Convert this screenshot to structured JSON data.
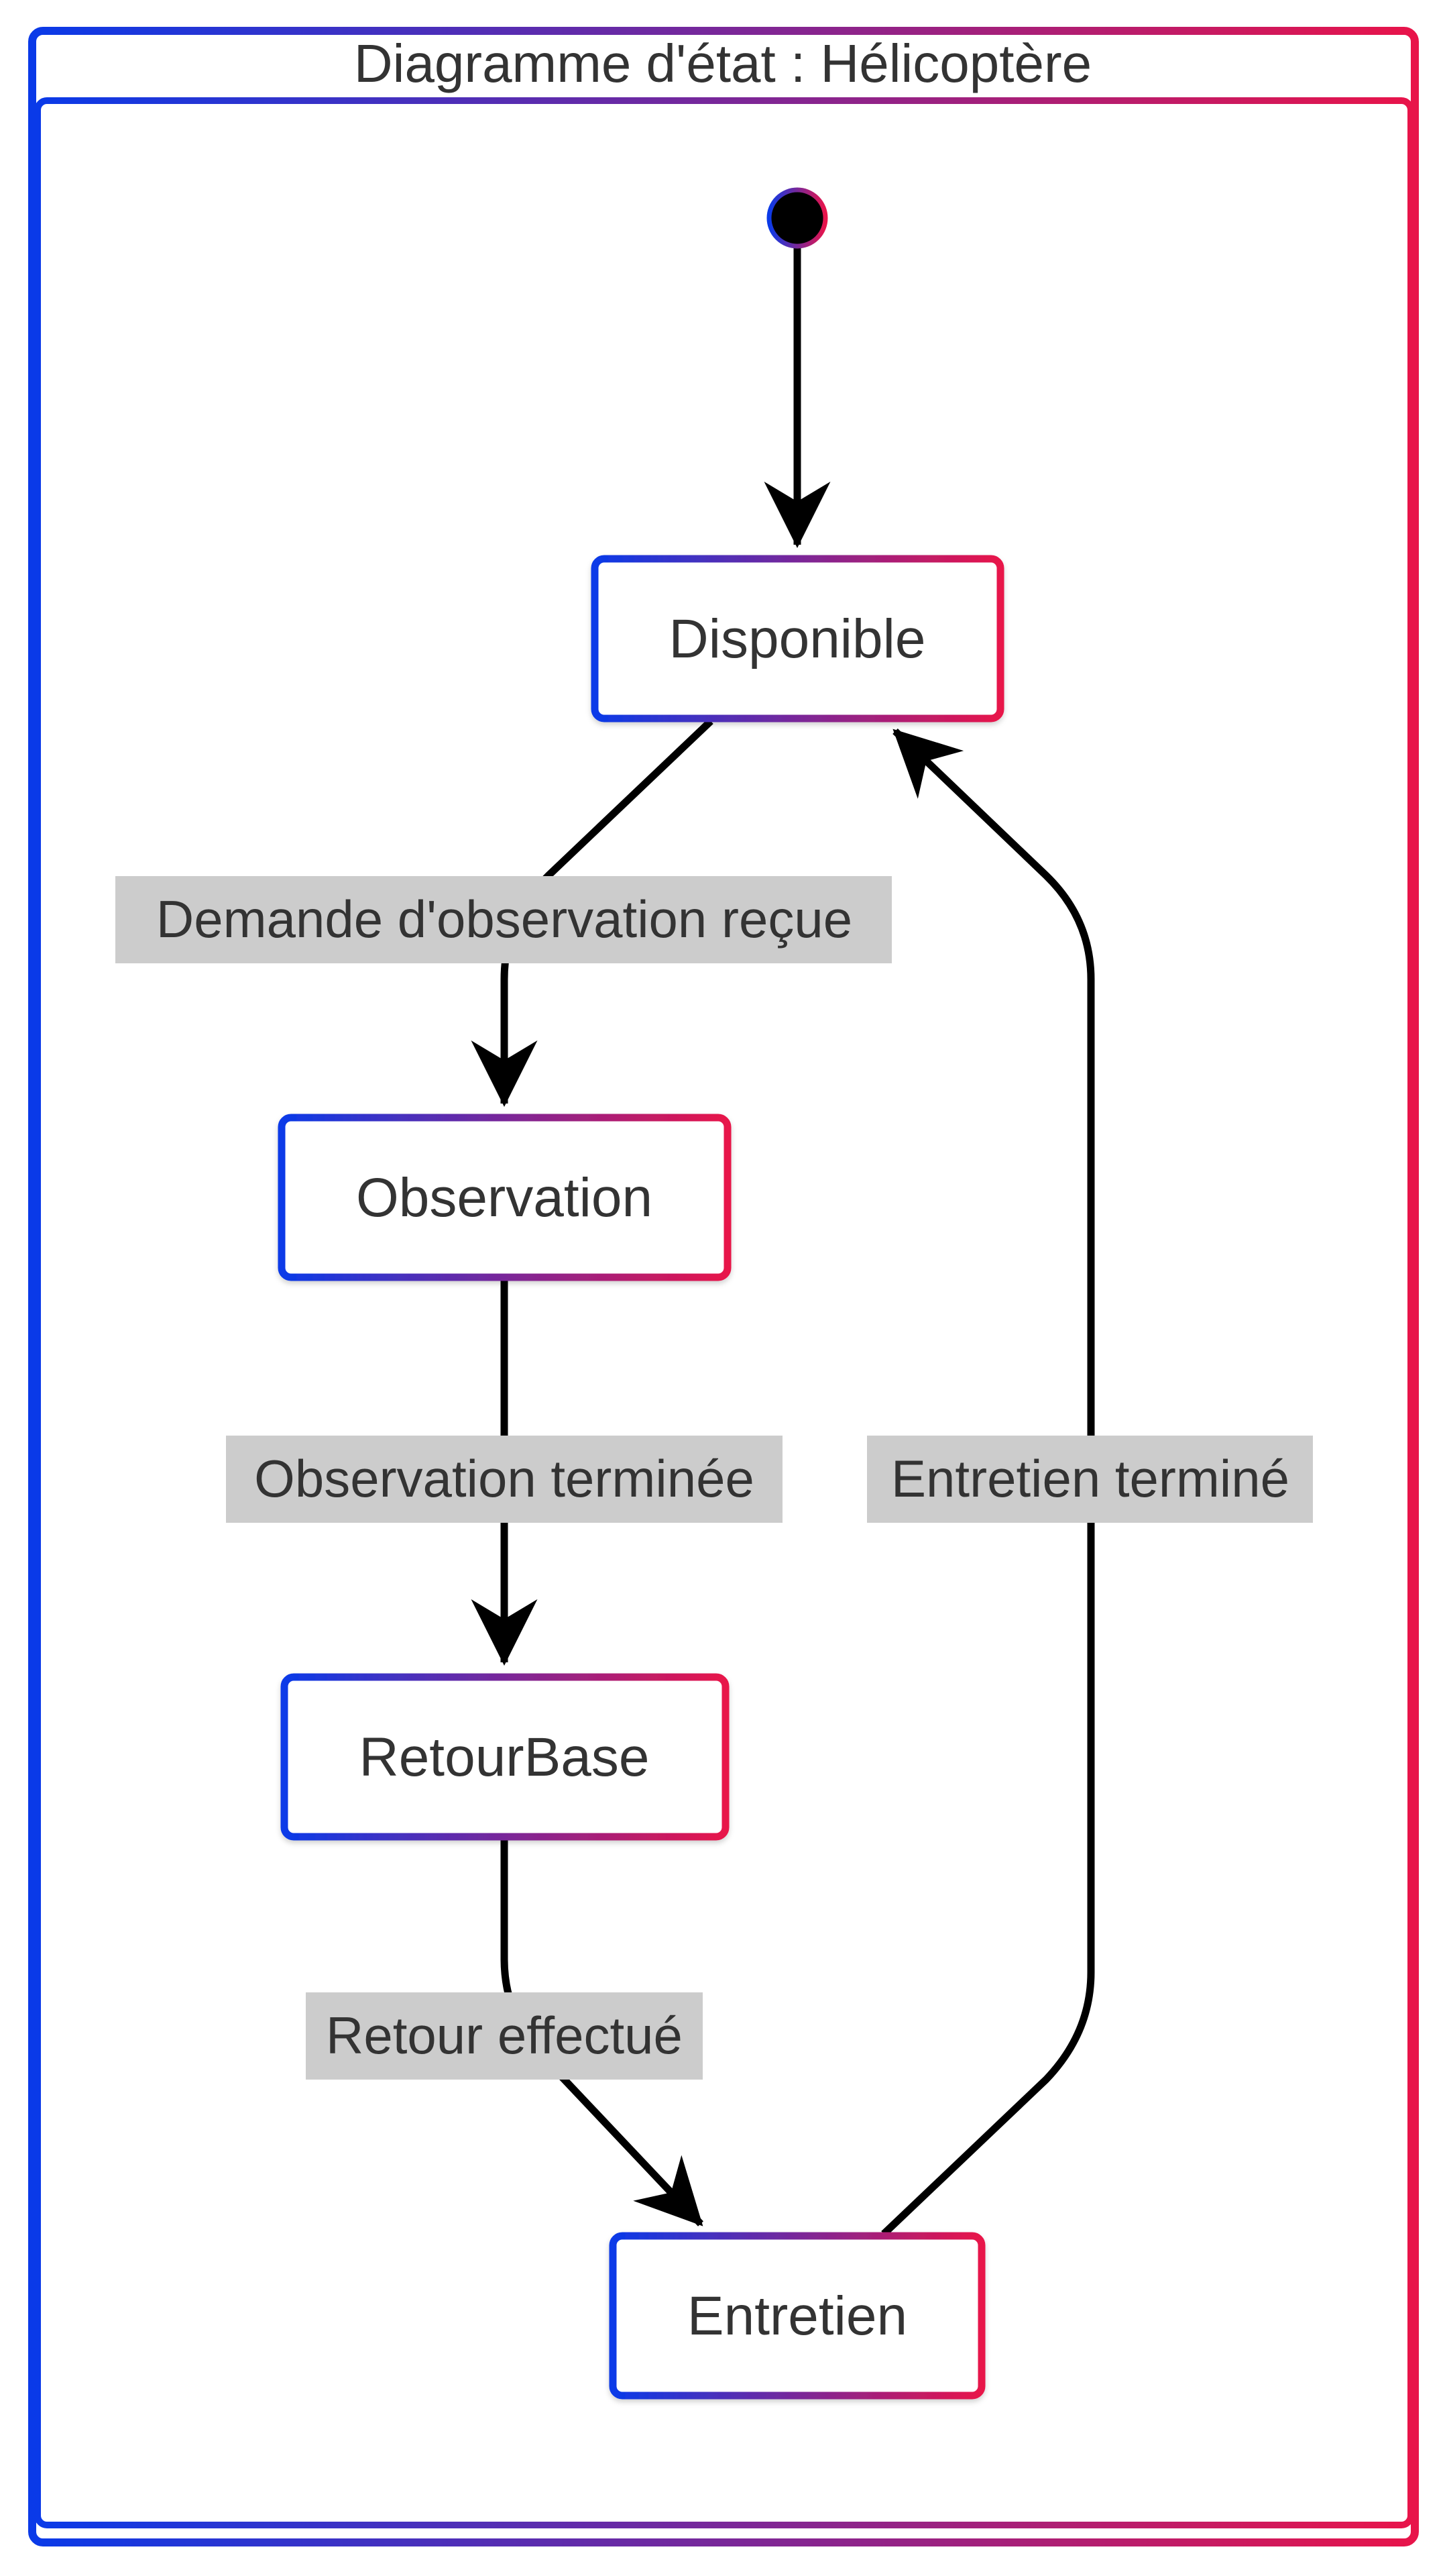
{
  "diagram": {
    "title": "Diagramme d'état : Hélicoptère",
    "colors": {
      "gradient_start": "#0a3ae8",
      "gradient_end": "#e8144a",
      "edge": "#000000",
      "label_background": "#cccccc",
      "text": "#333333",
      "state_fill": "#ffffff",
      "initial_fill": "#000000"
    },
    "states": [
      {
        "id": "disponible",
        "label": "Disponible"
      },
      {
        "id": "observation",
        "label": "Observation"
      },
      {
        "id": "retourbase",
        "label": "RetourBase"
      },
      {
        "id": "entretien",
        "label": "Entretien"
      }
    ],
    "transitions": [
      {
        "from": "initial",
        "to": "disponible",
        "label": ""
      },
      {
        "from": "disponible",
        "to": "observation",
        "label": "Demande d'observation reçue"
      },
      {
        "from": "observation",
        "to": "retourbase",
        "label": "Observation terminée"
      },
      {
        "from": "retourbase",
        "to": "entretien",
        "label": "Retour effectué"
      },
      {
        "from": "entretien",
        "to": "disponible",
        "label": "Entretien terminé"
      }
    ]
  }
}
